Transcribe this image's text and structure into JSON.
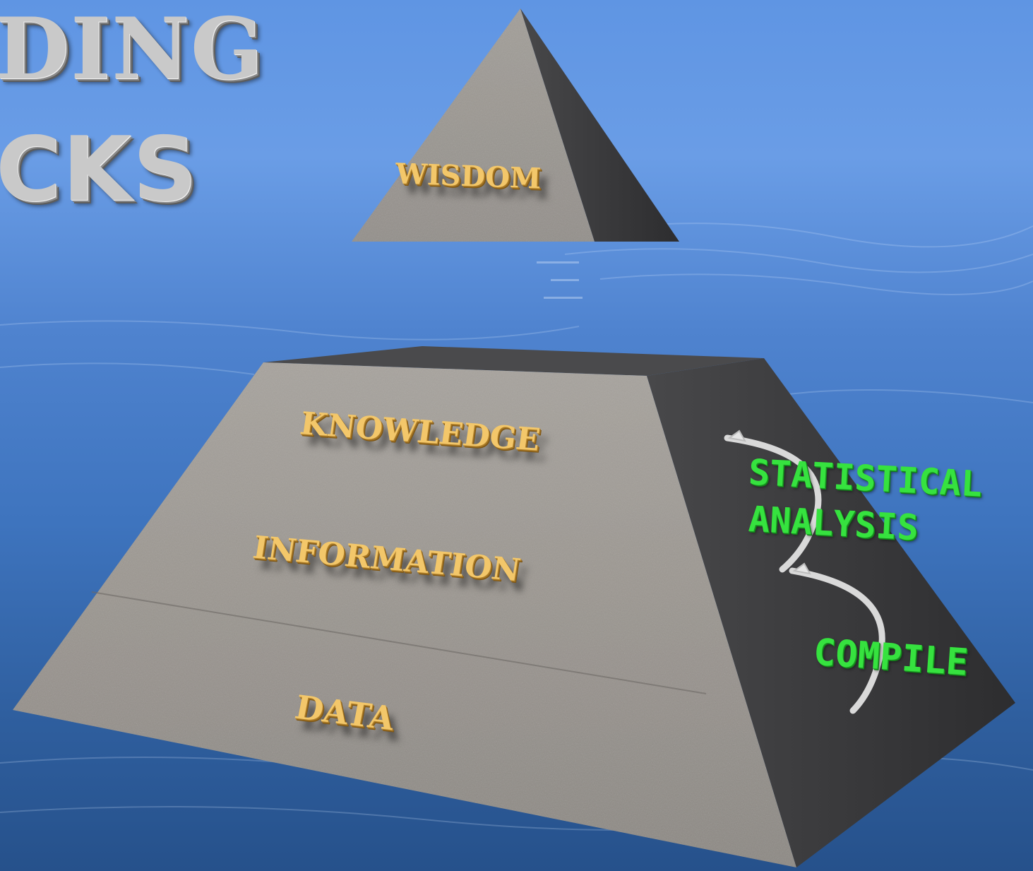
{
  "title": {
    "line1_fragment": "DING",
    "line2_fragment": "CKS"
  },
  "pyramid": {
    "top_label": "WISDOM",
    "base_labels": {
      "knowledge": "KNOWLEDGE",
      "information": "INFORMATION",
      "data": "DATA"
    }
  },
  "processes": {
    "statistical_analysis_line1": "STATISTICAL",
    "statistical_analysis_line2": "ANALYSIS",
    "compile": "COMPILE"
  },
  "colors": {
    "sky": "#5f95e3",
    "stone": "#9c9791",
    "shadow_face": "#3b3b3d",
    "gold_label": "#f3c76a",
    "green_label": "#36e23f"
  }
}
